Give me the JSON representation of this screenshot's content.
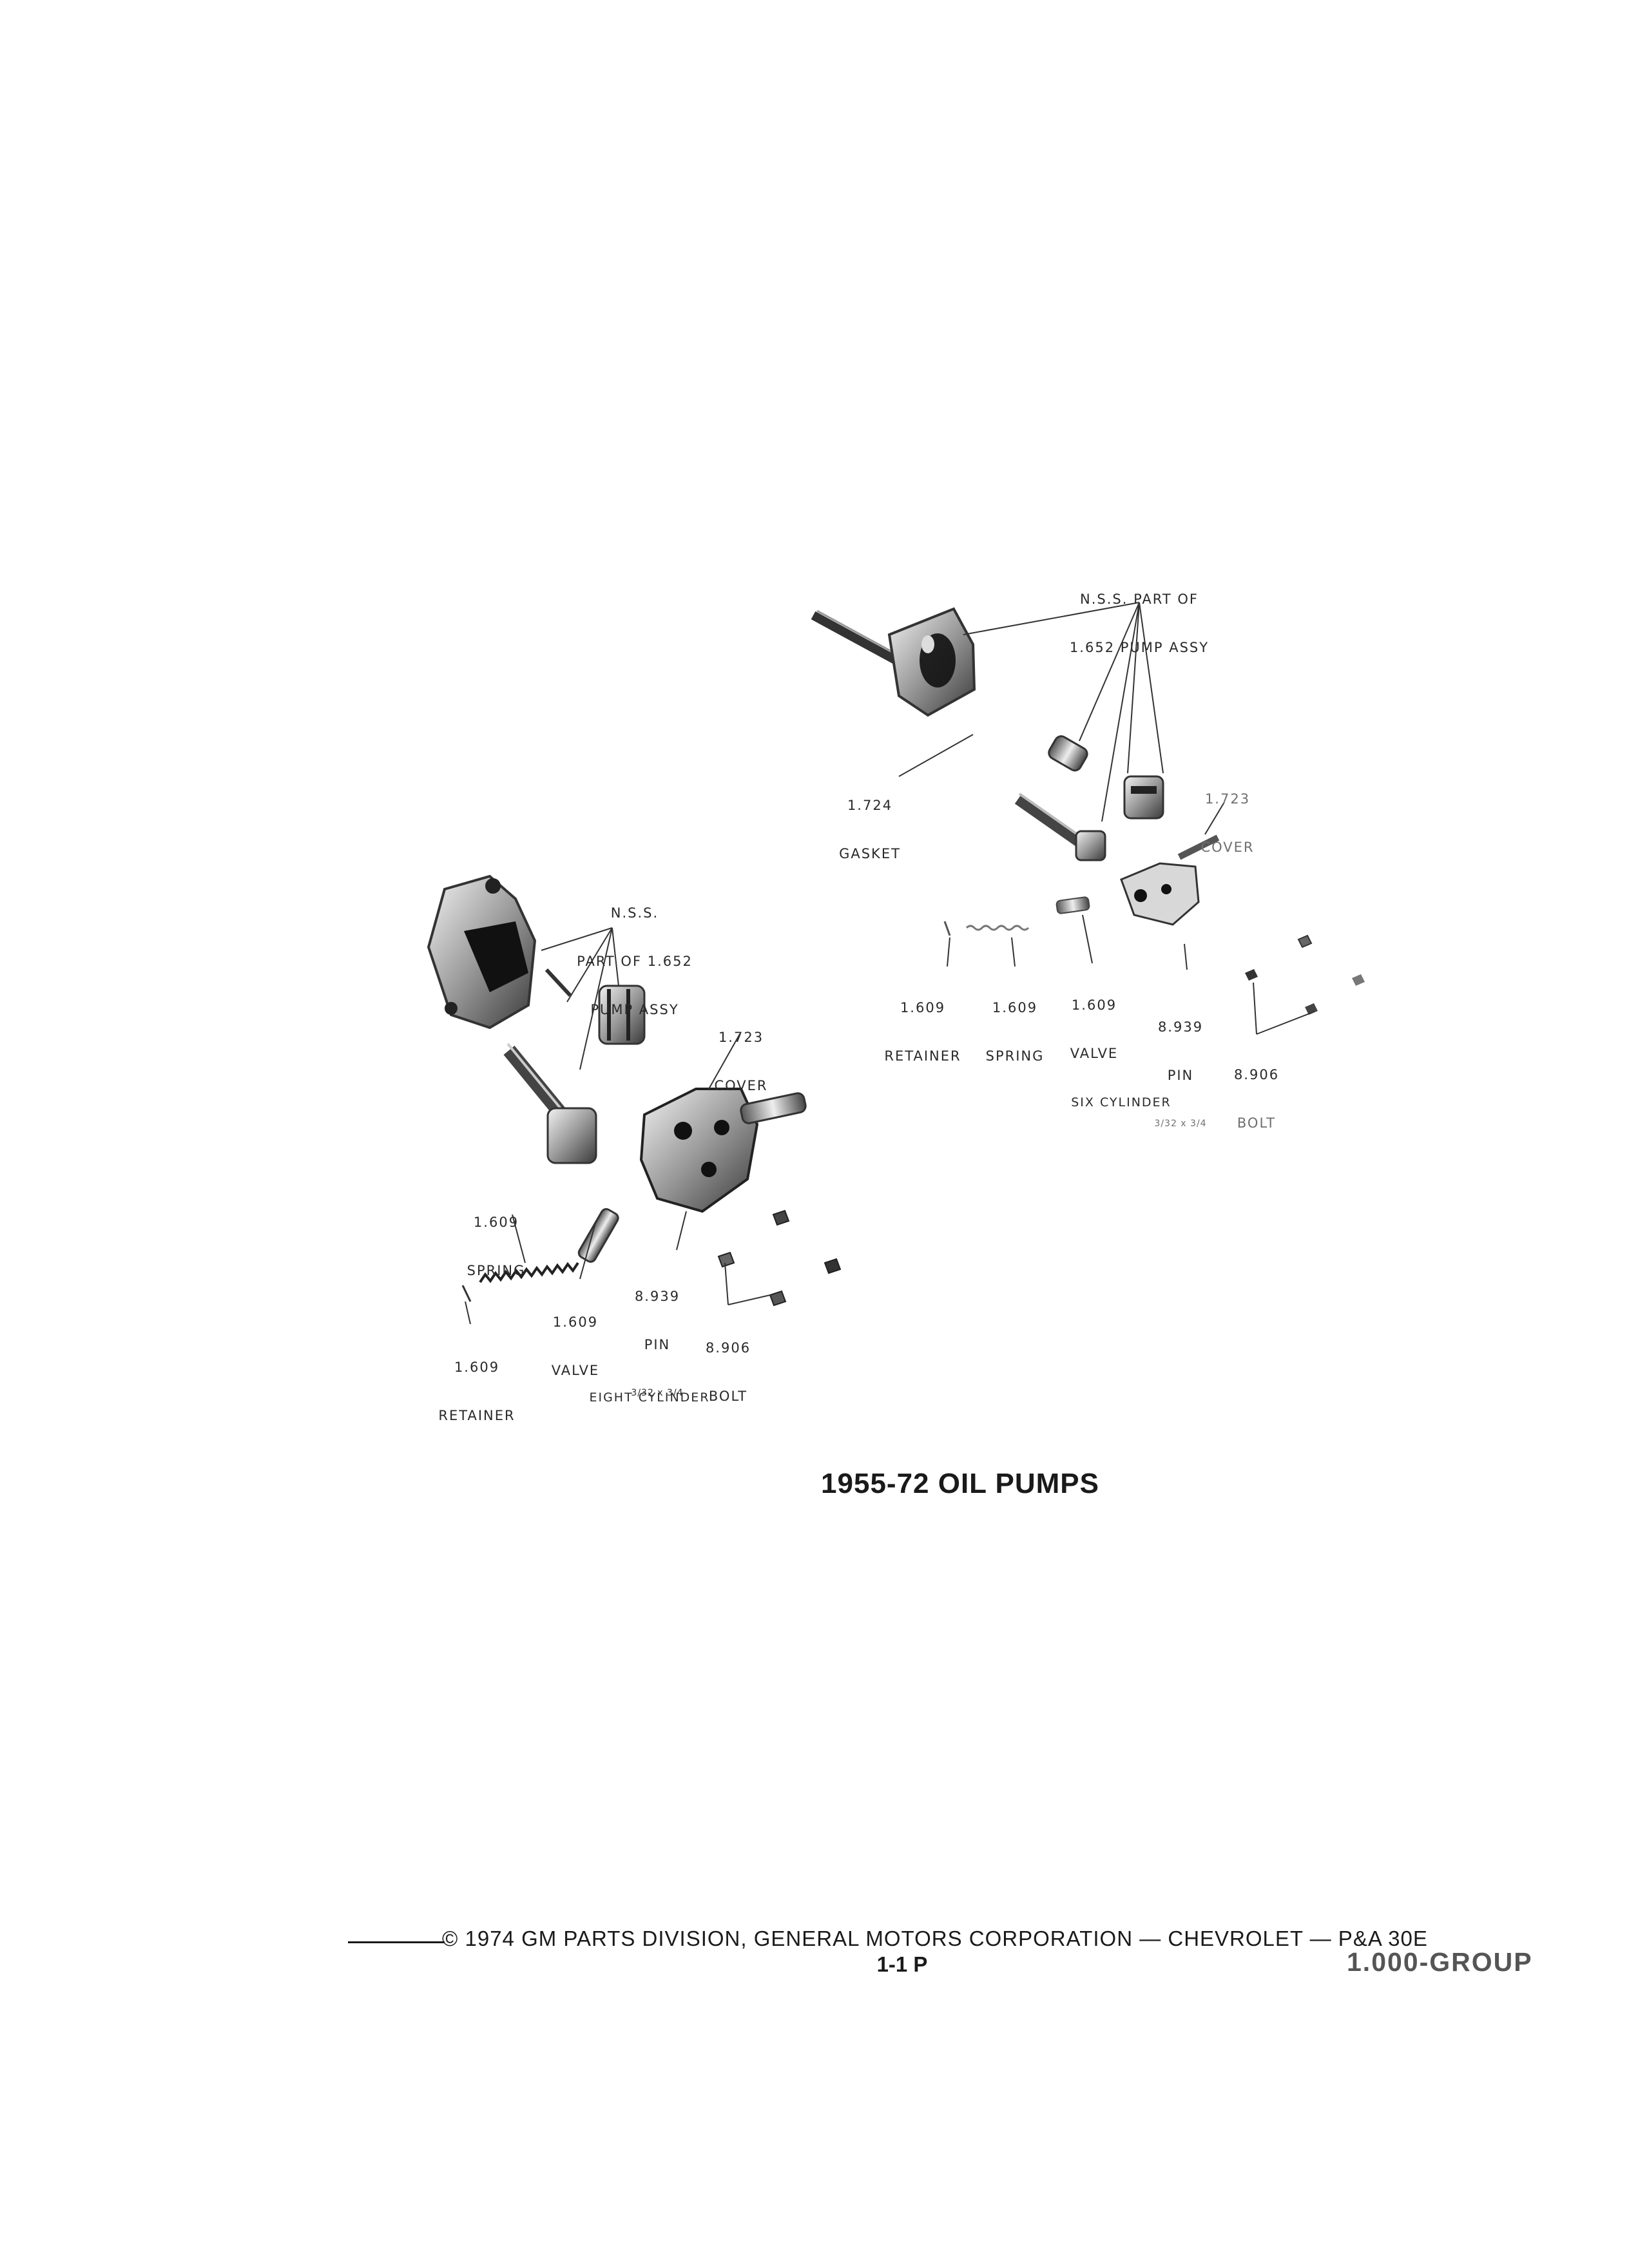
{
  "six_cylinder": {
    "nss_label": [
      "N.S.S. PART OF",
      "1.652 PUMP ASSY"
    ],
    "gasket": [
      "1.724",
      "GASKET"
    ],
    "cover": [
      "1.723",
      "COVER"
    ],
    "retainer": [
      "1.609",
      "RETAINER"
    ],
    "spring": [
      "1.609",
      "SPRING"
    ],
    "valve": [
      "1.609",
      "VALVE"
    ],
    "pin": [
      "8.939",
      "PIN",
      "3/32 x 3/4"
    ],
    "bolt": [
      "8.906",
      "BOLT"
    ],
    "caption": "SIX CYLINDER"
  },
  "eight_cylinder": {
    "nss_label": [
      "N.S.S.",
      "PART OF 1.652",
      "PUMP ASSY"
    ],
    "cover": [
      "1.723",
      "COVER"
    ],
    "spring": [
      "1.609",
      "SPRING"
    ],
    "valve": [
      "1.609",
      "VALVE"
    ],
    "retainer": [
      "1.609",
      "RETAINER"
    ],
    "pin": [
      "8.939",
      "PIN",
      "3/32 x 3/4"
    ],
    "bolt": [
      "8.906",
      "BOLT"
    ],
    "caption": "EIGHT CYLINDER"
  },
  "title": "1955-72 OIL PUMPS",
  "footer": {
    "copyright": "© 1974 GM PARTS DIVISION, GENERAL MOTORS CORPORATION — CHEVROLET — P&A 30E",
    "page": "1-1 P",
    "group": "1.000-GROUP"
  }
}
